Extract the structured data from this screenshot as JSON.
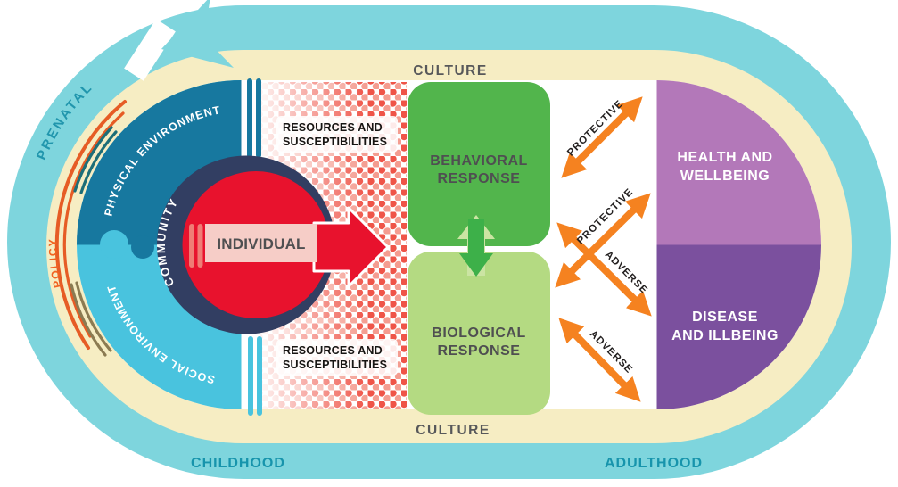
{
  "colors": {
    "track": "#7ed5dd",
    "band": "#f6edc3",
    "physical_env": "#17789f",
    "social_env": "#49c3de",
    "community": "#323e62",
    "individual_red": "#e8122d",
    "individual_band_pink": "#f6cdc7",
    "behavioral_green": "#52b54c",
    "biological_green": "#b4da82",
    "pathway_orange": "#f58220",
    "health_purple": "#b378b9",
    "disease_purple": "#7b509e"
  },
  "track": {
    "prenatal": "PRENATAL",
    "childhood": "CHILDHOOD",
    "adulthood": "ADULTHOOD"
  },
  "band": {
    "culture_top": "CULTURE",
    "culture_bottom": "CULTURE",
    "policy": "POLICY"
  },
  "context": {
    "physical": "PHYSICAL ENVIRONMENT",
    "social": "SOCIAL ENVIRONMENT",
    "community": "COMMUNITY",
    "individual": "INDIVIDUAL"
  },
  "mediators": {
    "top": {
      "line1": "RESOURCES AND",
      "line2": "SUSCEPTIBILITIES"
    },
    "bottom": {
      "line1": "RESOURCES AND",
      "line2": "SUSCEPTIBILITIES"
    }
  },
  "responses": {
    "behavioral": {
      "line1": "BEHAVIORAL",
      "line2": "RESPONSE"
    },
    "biological": {
      "line1": "BIOLOGICAL",
      "line2": "RESPONSE"
    }
  },
  "pathways": {
    "top_protective": "PROTECTIVE",
    "cross_protective": "PROTECTIVE",
    "cross_adverse": "ADVERSE",
    "bottom_adverse": "ADVERSE"
  },
  "outcomes": {
    "health": {
      "line1": "HEALTH AND",
      "line2": "WELLBEING"
    },
    "disease": {
      "line1": "DISEASE",
      "line2": "AND ILLBEING"
    }
  }
}
